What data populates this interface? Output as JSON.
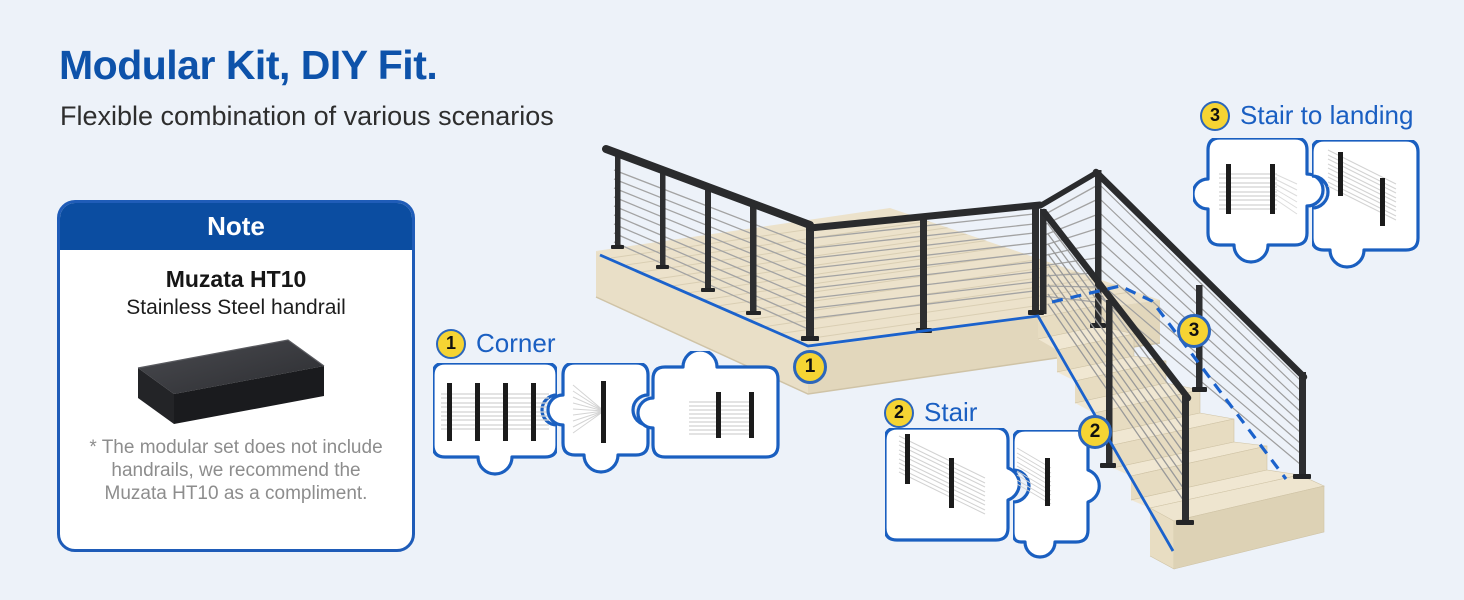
{
  "header": {
    "title": "Modular Kit, DIY Fit.",
    "subtitle": "Flexible combination of various scenarios"
  },
  "note": {
    "title": "Note",
    "product_name": "Muzata HT10",
    "product_desc": "Stainless Steel handrail",
    "footnote_lines": [
      "* The modular set does not include",
      "handrails, we recommend the",
      "Muzata HT10 as a compliment."
    ]
  },
  "sections": {
    "corner": {
      "number": "1",
      "label": "Corner"
    },
    "stair": {
      "number": "2",
      "label": "Stair"
    },
    "landing": {
      "number": "3",
      "label": "Stair to landing"
    }
  },
  "icons": {
    "corner_piece_icons": [
      "4-post-straight-railing",
      "corner-single-post",
      "2-post-straight-railing"
    ],
    "stair_piece_icons": [
      "2-post-stair-railing",
      "1-post-stair-railing"
    ],
    "landing_piece_icons": [
      "2-post-landing-railing",
      "2-post-stair-transition-railing"
    ]
  },
  "colors": {
    "background": "#edf2f9",
    "title_blue": "#0d52aa",
    "label_blue": "#1a5fc2",
    "outline_blue": "#1a5fc0",
    "note_header_bg": "#0b4da1",
    "badge_yellow": "#f6d433",
    "annotation_blue": "#1b62cc",
    "wood_light": "#ece2cb",
    "rail_dark": "#2b2c2e",
    "cable_gray": "#a3a3a3",
    "footnote_gray": "#8d8d8d"
  }
}
